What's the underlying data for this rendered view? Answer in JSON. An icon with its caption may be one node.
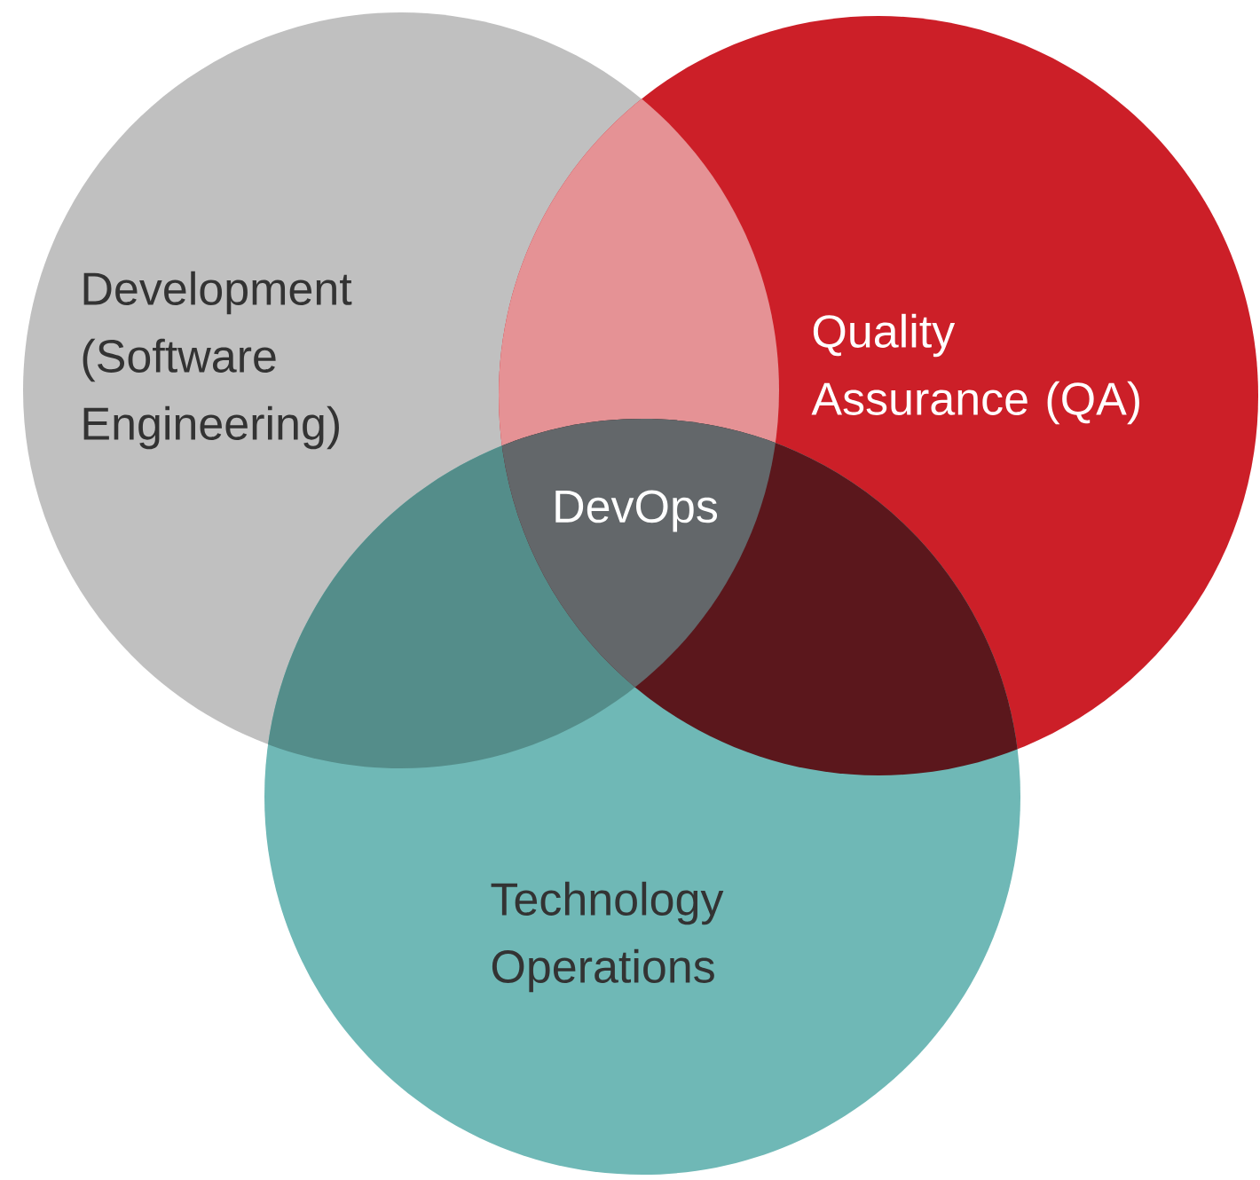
{
  "diagram": {
    "nodes": [
      {
        "text": [
          "Development (Software Engineering)"
        ]
      },
      {
        "text": [
          "Quality Assurance (QA)"
        ]
      },
      {
        "text": [
          "Technology Operations"
        ]
      }
    ],
    "labels": [
      "DevOps"
    ]
  }
}
